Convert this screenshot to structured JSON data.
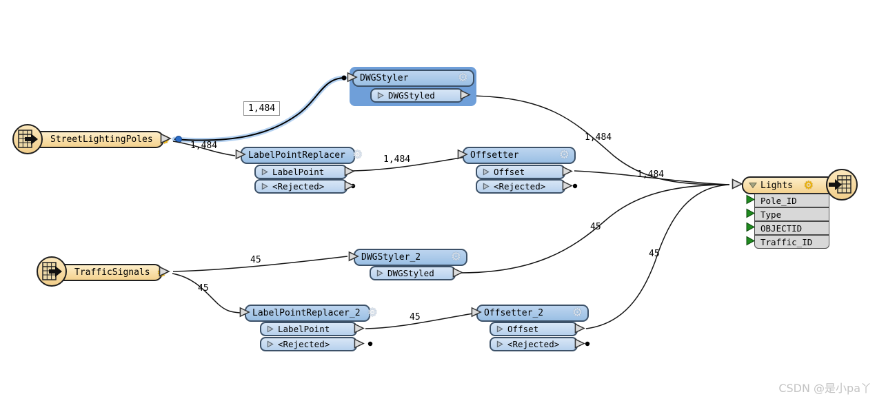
{
  "nodes": {
    "streetLightingPoles": {
      "label": "StreetLightingPoles",
      "type": "reader feature type"
    },
    "trafficSignals": {
      "label": "TrafficSignals",
      "type": "reader feature type"
    },
    "dwgStyler": {
      "label": "DWGStyler",
      "out1": "DWGStyled",
      "selected": true
    },
    "labelPointReplacer": {
      "label": "LabelPointReplacer",
      "out1": "LabelPoint",
      "out2": "<Rejected>"
    },
    "offsetter": {
      "label": "Offsetter",
      "out1": "Offset",
      "out2": "<Rejected>"
    },
    "dwgStyler2": {
      "label": "DWGStyler_2",
      "out1": "DWGStyled"
    },
    "labelPointReplacer2": {
      "label": "LabelPointReplacer_2",
      "out1": "LabelPoint",
      "out2": "<Rejected>"
    },
    "offsetter2": {
      "label": "Offsetter_2",
      "out1": "Offset",
      "out2": "<Rejected>"
    },
    "lights": {
      "label": "Lights",
      "attr1": "Pole_ID",
      "attr2": "Type",
      "attr3": "OBJECTID",
      "attr4": "Traffic_ID"
    }
  },
  "connections": {
    "slpToDwgStyler": {
      "label": "1,484",
      "selected": true
    },
    "slpToLabelPointReplacer": {
      "label": "1,484"
    },
    "labelPointToOffsetter": {
      "label": "1,484"
    },
    "dwgStyledToLights": {
      "label": "1,484"
    },
    "offsetToLights": {
      "label": "1,484"
    },
    "tsToDwgStyler2": {
      "label": "45"
    },
    "tsToLabelPointReplacer2": {
      "label": "45"
    },
    "dwgStyled2ToLights": {
      "label": "45"
    },
    "labelPoint2ToOffsetter2": {
      "label": "45"
    },
    "offset2ToLights": {
      "label": "45"
    }
  },
  "icons": {
    "gear": "⚙"
  },
  "colors": {
    "readerWriterFill": "#f8dba2",
    "transformerFill": "#a5c7e9",
    "transformerOutputFill": "#c6dcf3",
    "selectionHighlight": "#6f9fd9",
    "attributeRowFill": "#d8d8d8",
    "attributePortGreen": "#1f8b1f",
    "gearYellow": "#f0b400",
    "connection": "#000000",
    "selectedConnectionHalo": "#b5d2f2",
    "selectedSourceDot": "#2a6cc8"
  },
  "watermark": "CSDN @是小pa丫"
}
